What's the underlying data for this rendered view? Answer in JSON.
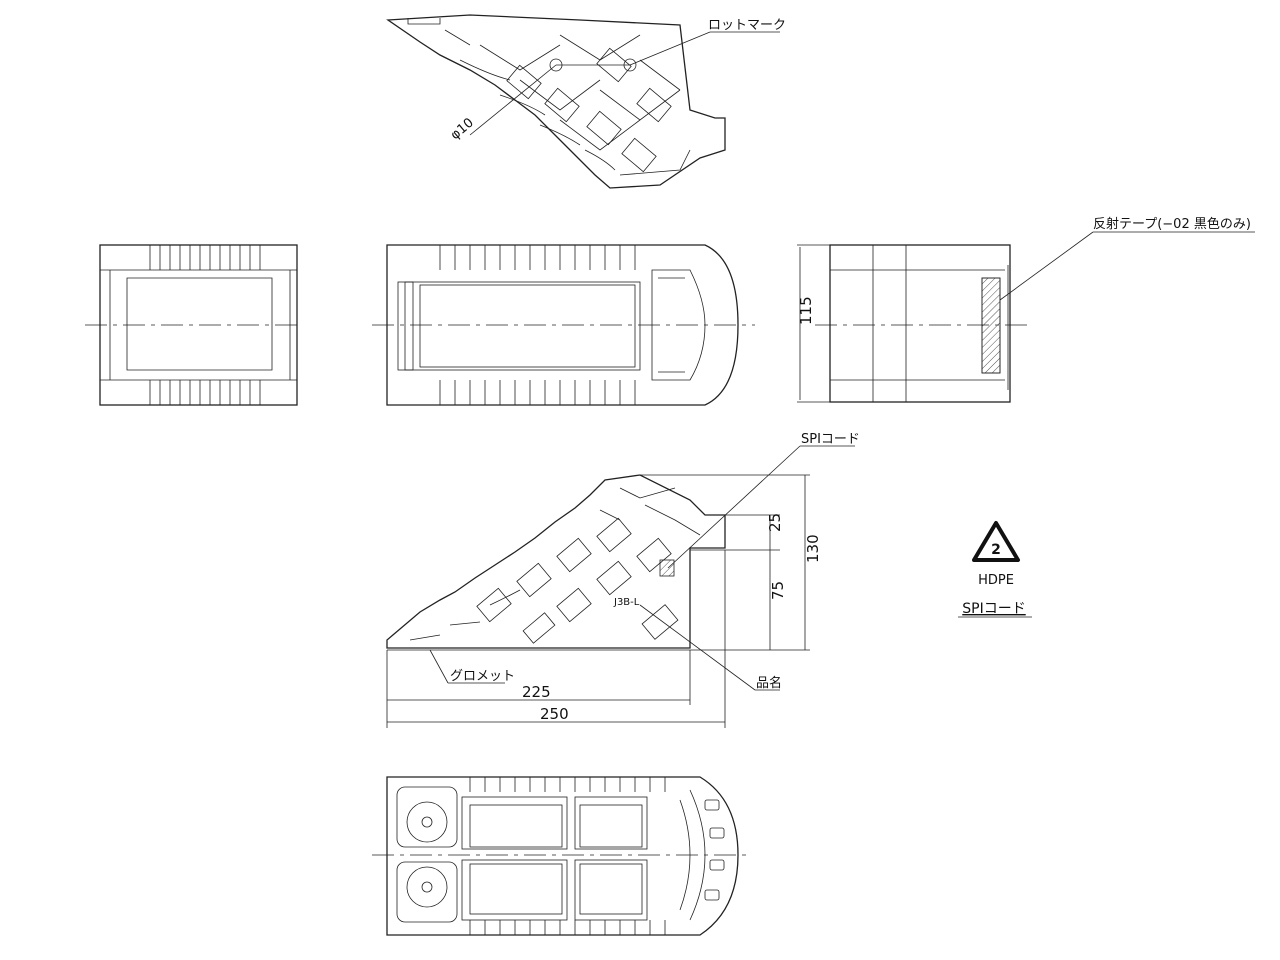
{
  "labels": {
    "lot_mark": "ロットマーク",
    "hole_diameter": "φ10",
    "reflective_tape": "反射テープ(−02 黒色のみ)",
    "spi_code_leader": "SPIコード",
    "product_name": "品名",
    "product_mark": "J3B-L",
    "grommet": "グロメット"
  },
  "dimensions": {
    "height_front": "115",
    "top_step": "25",
    "total_height": "130",
    "lower_height": "75",
    "length_inner": "225",
    "length_total": "250"
  },
  "recycle": {
    "number": "2",
    "material": "HDPE",
    "caption": "SPIコード"
  }
}
